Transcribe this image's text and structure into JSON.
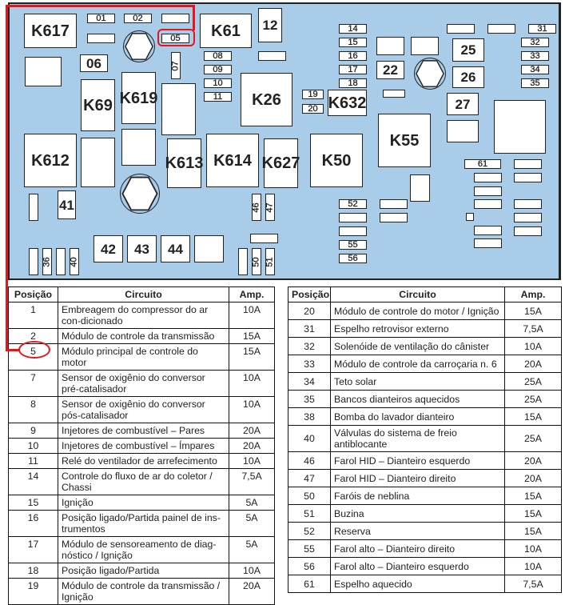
{
  "diagram": {
    "labels": {
      "K617": "K617",
      "f01": "01",
      "f02": "02",
      "f05": "05",
      "K61": "K61",
      "r12": "12",
      "r06": "06",
      "f07": "07",
      "f08": "08",
      "f09": "09",
      "f10": "10",
      "f11": "11",
      "K69": "K69",
      "K619": "K619",
      "K26": "K26",
      "K612": "K612",
      "K613": "K613",
      "K614": "K614",
      "K627": "K627",
      "r41": "41",
      "f46": "46",
      "f47": "47",
      "r42": "42",
      "r43": "43",
      "r44": "44",
      "f36": "36",
      "f40": "40",
      "f50": "50",
      "f51": "51",
      "f14": "14",
      "f15": "15",
      "f16": "16",
      "f17": "17",
      "f18": "18",
      "f19": "19",
      "f20": "20",
      "K632": "K632",
      "r22": "22",
      "r25": "25",
      "r26": "26",
      "r27": "27",
      "f31": "31",
      "f32": "32",
      "f33": "33",
      "f34": "34",
      "f35": "35",
      "K50": "K50",
      "K55": "K55",
      "f52": "52",
      "f55": "55",
      "f56": "56",
      "f61": "61"
    },
    "highlight_color": "#e8141b",
    "panel_color": "#a9cde9"
  },
  "left_table": {
    "headers": {
      "pos": "Posição",
      "circuit": "Circuito",
      "amp": "Amp."
    },
    "rows": [
      {
        "pos": "1",
        "circuit": "Embreagem do compressor do ar con-dicionado",
        "amp": "10A"
      },
      {
        "pos": "2",
        "circuit": "Módulo de controle da transmissão",
        "amp": "15A"
      },
      {
        "pos": "5",
        "circuit": "Módulo principal de controle do motor",
        "amp": "15A"
      },
      {
        "pos": "7",
        "circuit": "Sensor de oxigênio do conversor pré-catalisador",
        "amp": "10A"
      },
      {
        "pos": "8",
        "circuit": "Sensor de oxigênio do conversor pós-catalisador",
        "amp": "10A"
      },
      {
        "pos": "9",
        "circuit": "Injetores de combustível – Pares",
        "amp": "20A"
      },
      {
        "pos": "10",
        "circuit": "Injetores de combustível – Ímpares",
        "amp": "20A"
      },
      {
        "pos": "11",
        "circuit": "Relé do ventilador de arrefecimento",
        "amp": "10A"
      },
      {
        "pos": "14",
        "circuit": "Controle do fluxo de ar do coletor / Chassi",
        "amp": "7,5A"
      },
      {
        "pos": "15",
        "circuit": "Ignição",
        "amp": "5A"
      },
      {
        "pos": "16",
        "circuit": "Posição ligado/Partida painel de ins-trumentos",
        "amp": "5A"
      },
      {
        "pos": "17",
        "circuit": "Módulo de sensoreamento de diag-nóstico / Ignição",
        "amp": "5A"
      },
      {
        "pos": "18",
        "circuit": "Posição ligado/Partida",
        "amp": "10A"
      },
      {
        "pos": "19",
        "circuit": "Módulo de controle da transmissão / Ignição",
        "amp": "20A"
      }
    ]
  },
  "right_table": {
    "headers": {
      "pos": "Posição",
      "circuit": "Circuito",
      "amp": "Amp."
    },
    "rows": [
      {
        "pos": "20",
        "circuit": "Módulo de controle do motor / Ignição",
        "amp": "15A"
      },
      {
        "pos": "31",
        "circuit": "Espelho retrovisor externo",
        "amp": "7,5A"
      },
      {
        "pos": "32",
        "circuit": "Solenóide de ventilação do cânister",
        "amp": "10A"
      },
      {
        "pos": "33",
        "circuit": "Módulo de controle da carroçaria n. 6",
        "amp": "20A"
      },
      {
        "pos": "34",
        "circuit": "Teto solar",
        "amp": "25A"
      },
      {
        "pos": "35",
        "circuit": "Bancos dianteiros aquecidos",
        "amp": "25A"
      },
      {
        "pos": "38",
        "circuit": "Bomba do lavador dianteiro",
        "amp": "15A"
      },
      {
        "pos": "40",
        "circuit": "Válvulas do sistema de freio antiblocante",
        "amp": "25A"
      },
      {
        "pos": "46",
        "circuit": "Farol HID – Dianteiro esquerdo",
        "amp": "20A"
      },
      {
        "pos": "47",
        "circuit": "Farol HID – Dianteiro direito",
        "amp": "20A"
      },
      {
        "pos": "50",
        "circuit": "Faróis de neblina",
        "amp": "15A"
      },
      {
        "pos": "51",
        "circuit": "Buzina",
        "amp": "15A"
      },
      {
        "pos": "52",
        "circuit": "Reserva",
        "amp": "15A"
      },
      {
        "pos": "55",
        "circuit": "Farol alto – Dianteiro direito",
        "amp": "10A"
      },
      {
        "pos": "56",
        "circuit": "Farol alto – Dianteiro esquerdo",
        "amp": "10A"
      },
      {
        "pos": "61",
        "circuit": "Espelho aquecido",
        "amp": "7,5A"
      }
    ]
  }
}
